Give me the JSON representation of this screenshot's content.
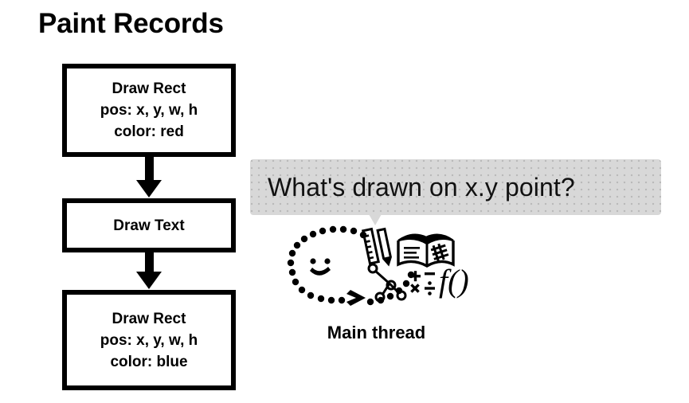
{
  "slide": {
    "title": "Paint Records",
    "background_color": "#ffffff",
    "ink_color": "#000000"
  },
  "paint_records": [
    {
      "name": "draw-rect-red",
      "lines": [
        "Draw Rect",
        "pos: x, y, w, h",
        "color: red"
      ]
    },
    {
      "name": "draw-text",
      "lines": [
        "Draw Text"
      ]
    },
    {
      "name": "draw-rect-blue",
      "lines": [
        "Draw Rect",
        "pos: x, y, w, h",
        "color: blue"
      ]
    }
  ],
  "flow": {
    "arrow_1_name": "arrow-down-1",
    "arrow_2_name": "arrow-down-2"
  },
  "speech_bubble": {
    "text": "What's drawn on x.y point?",
    "background_color": "#d8d8d8",
    "text_color": "#111111"
  },
  "illustration": {
    "label": "Main thread",
    "icons": [
      "smiley-face-icon",
      "ruler-icon",
      "pencil-icon",
      "open-book-icon",
      "tree-diagram-icon",
      "math-operators-icon",
      "function-notation-icon",
      "dotted-loop-icon",
      "chevron-right-icon"
    ],
    "math_symbols": [
      "+",
      "−",
      "×",
      "÷"
    ],
    "function_text": "f()"
  }
}
